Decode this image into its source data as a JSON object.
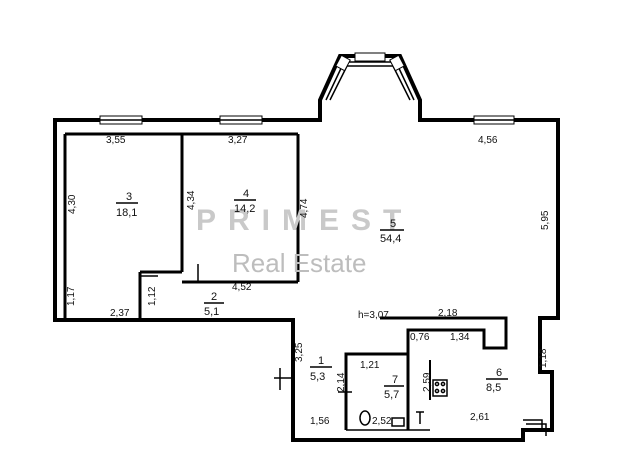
{
  "watermark": {
    "logo": "PRIMEST",
    "subtitle": "Real Estate"
  },
  "rooms": [
    {
      "number": "1",
      "area": "5,3"
    },
    {
      "number": "2",
      "area": "5,1"
    },
    {
      "number": "3",
      "area": "18,1"
    },
    {
      "number": "4",
      "area": "14,2"
    },
    {
      "number": "5",
      "area": "54,4"
    },
    {
      "number": "6",
      "area": "8,5"
    },
    {
      "number": "7",
      "area": "5,7"
    }
  ],
  "dimensions": {
    "d_355": "3,55",
    "d_327": "3,27",
    "d_456": "4,56",
    "d_430": "4,30",
    "d_434": "4,34",
    "d_474": "4,74",
    "d_595": "5,95",
    "d_452": "4,52",
    "d_117": "1,17",
    "d_112": "1,12",
    "d_237": "2,37",
    "d_h307": "h=3,07",
    "d_218": "2,18",
    "d_076": "0,76",
    "d_134": "1,34",
    "d_325": "3,25",
    "d_121": "1,21",
    "d_214": "2,14",
    "d_259": "2,59",
    "d_118": "1,18",
    "d_156": "1,56",
    "d_252": "2,52",
    "d_261": "2,61"
  }
}
